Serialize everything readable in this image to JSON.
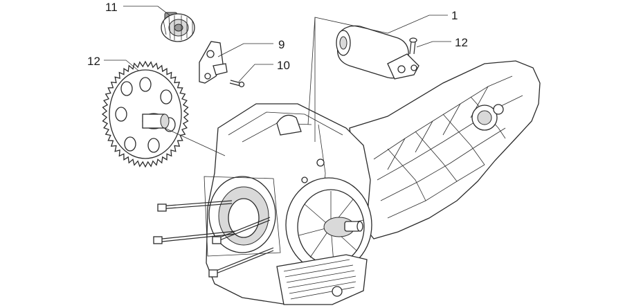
{
  "callouts": {
    "c1": "1",
    "c9": "9",
    "c10": "10",
    "c11": "11",
    "c12_left": "12",
    "c12_right": "12"
  }
}
